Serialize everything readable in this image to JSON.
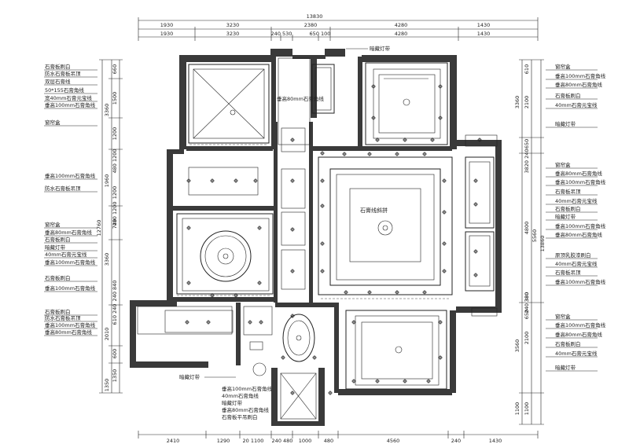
{
  "drawing": {
    "total_width": "13830",
    "overall_height": "12760",
    "right_total_1": "13860",
    "right_total_2": "5560",
    "top_row_1": [
      "1930",
      "3230",
      "2380",
      "4280",
      "1430"
    ],
    "top_row_2": [
      "1930",
      "3230",
      "240 530",
      "650 100",
      "4280",
      "1430"
    ],
    "bottom_row": [
      "2410",
      "1290",
      "20 1100",
      "240 480",
      "1000",
      "480",
      "4560",
      "240",
      "1430"
    ],
    "left_dims": [
      "660",
      "1500",
      "3360",
      "1200",
      "480 1200",
      "1960",
      "1200",
      "480 1200",
      "720",
      "3360",
      "240 840",
      "610 240",
      "2010",
      "600",
      "1350",
      "1350"
    ],
    "right_dims": [
      "610",
      "2100",
      "3360",
      "650",
      "3820 240",
      "4800",
      "380",
      "2100",
      "3560",
      "1100",
      "1100",
      "240 380",
      "650"
    ],
    "room_labels": {
      "living_center": "石膏线斜拼",
      "shaft_note": "垂高80mm石膏角线",
      "concealed_light": "暗藏灯带",
      "bottom_light": "暗藏灯带"
    }
  },
  "left_annotations": [
    "石膏板刷白",
    "防水石膏板吊顶",
    "双层石膏线",
    "50*155石膏角线",
    "宽40mm石膏元宝线",
    "垂高100mm石膏角线",
    "窗帘盒",
    "垂高100mm石膏角线",
    "防水石膏板吊顶",
    "窗帘盒",
    "垂高80mm石膏角线",
    "石膏板刷白",
    "暗藏灯带",
    "40mm石膏元宝线",
    "垂高100mm石膏角线",
    "石膏板刷白",
    "垂高100mm石膏角线",
    "石膏板刷白",
    "防水石膏板吊顶",
    "垂高100mm石膏角线",
    "垂高80mm石膏角线"
  ],
  "right_annotations": [
    "窗帘盒",
    "垂高100mm石膏角线",
    "垂高80mm石膏角线",
    "石膏板刷白",
    "40mm石膏元宝线",
    "暗藏灯带",
    "窗帘盒",
    "垂高80mm石膏角线",
    "垂高100mm石膏角线",
    "石膏板吊顶",
    "40mm石膏元宝线",
    "石膏板刷白",
    "暗藏灯带",
    "垂高100mm石膏角线",
    "垂高80mm石膏角线",
    "原顶乳胶漆刷白",
    "40mm石膏元宝线",
    "石膏板吊顶",
    "垂高100mm石膏角线",
    "窗帘盒",
    "垂高100mm石膏角线",
    "垂高80mm石膏角线",
    "石膏板刷白",
    "40mm石膏元宝线",
    "暗藏灯带"
  ],
  "bottom_annotations": [
    "垂高100mm石膏角线",
    "40mm石膏角线",
    "暗藏灯带",
    "垂高80mm石膏角线",
    "石膏板平吊刷白"
  ]
}
